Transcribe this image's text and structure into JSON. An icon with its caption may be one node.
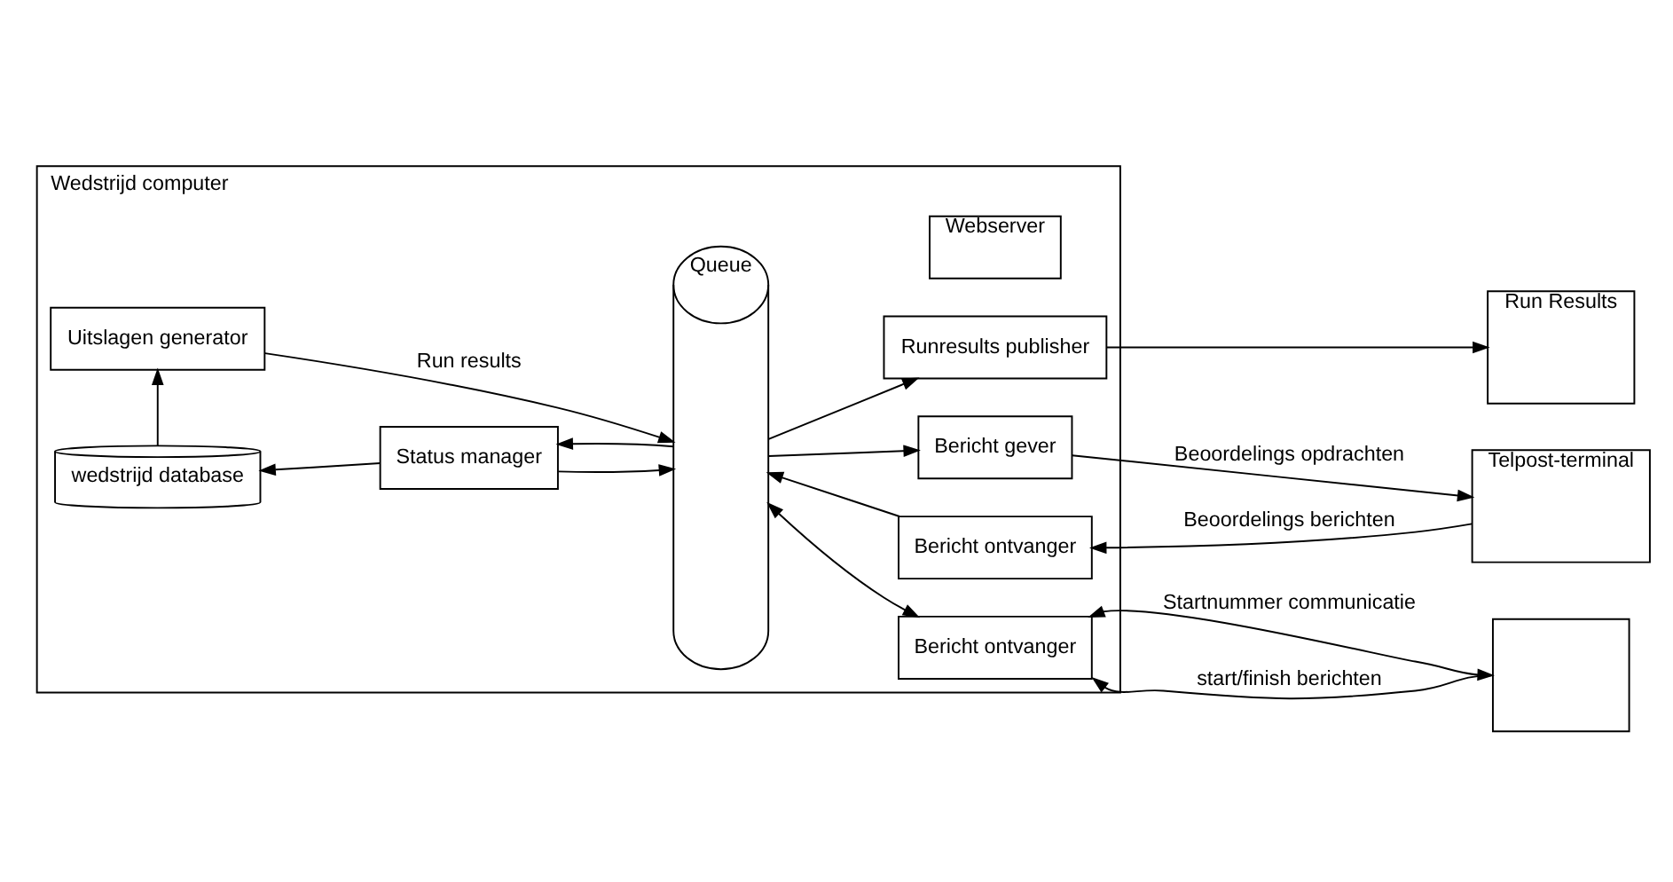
{
  "diagram": {
    "nodes": [
      {
        "text": [
          "Wedstrijd computer"
        ]
      },
      {
        "text": [
          "Queue"
        ],
        "in": 0
      },
      {
        "text": [
          "Webserver"
        ],
        "in": 0
      },
      {
        "text": [
          "Runresults publisher"
        ],
        "in": 0
      },
      {
        "text": [
          "Bericht gever"
        ],
        "in": 0
      },
      {
        "text": [
          "Bericht ontvanger"
        ],
        "in": 0
      },
      {
        "text": [
          "Bericht ontvanger"
        ],
        "in": 0
      },
      {
        "text": [
          "Uitslagen generator"
        ],
        "in": 0
      },
      {
        "text": [
          "wedstrijd database"
        ],
        "in": 0
      },
      {
        "text": [
          "Status manager"
        ],
        "in": 0
      },
      {
        "text": [
          "Run Results"
        ]
      },
      {
        "text": [
          "Telpost-terminal"
        ]
      },
      {
        "text": [],
        "shape": "box"
      }
    ],
    "edges": [
      {
        "from": 8,
        "to": 7,
        "arrow": "to"
      },
      {
        "from": 7,
        "to": 1,
        "arrow": "to",
        "label": "Run results"
      },
      {
        "from": 9,
        "to": 8,
        "arrow": "to"
      },
      {
        "from": 9,
        "to": 1,
        "arrow": "to"
      },
      {
        "from": 1,
        "to": 9,
        "arrow": "to"
      },
      {
        "from": 1,
        "to": 3,
        "arrow": "to"
      },
      {
        "from": 1,
        "to": 4,
        "arrow": "to"
      },
      {
        "from": 5,
        "to": 1,
        "arrow": "to"
      },
      {
        "from": 1,
        "to": 6,
        "arrow": "both"
      },
      {
        "from": 3,
        "to": 10,
        "arrow": "to"
      },
      {
        "from": 4,
        "to": 11,
        "arrow": "to",
        "label": "Beoordelings opdrachten"
      },
      {
        "from": 11,
        "to": 5,
        "arrow": "to",
        "label": "Beoordelings berichten"
      },
      {
        "from": 6,
        "to": 12,
        "arrow": "both",
        "label": "Startnummer communicatie"
      },
      {
        "from": 12,
        "to": 6,
        "arrow": "to",
        "label": "start/finish berichten"
      }
    ]
  }
}
